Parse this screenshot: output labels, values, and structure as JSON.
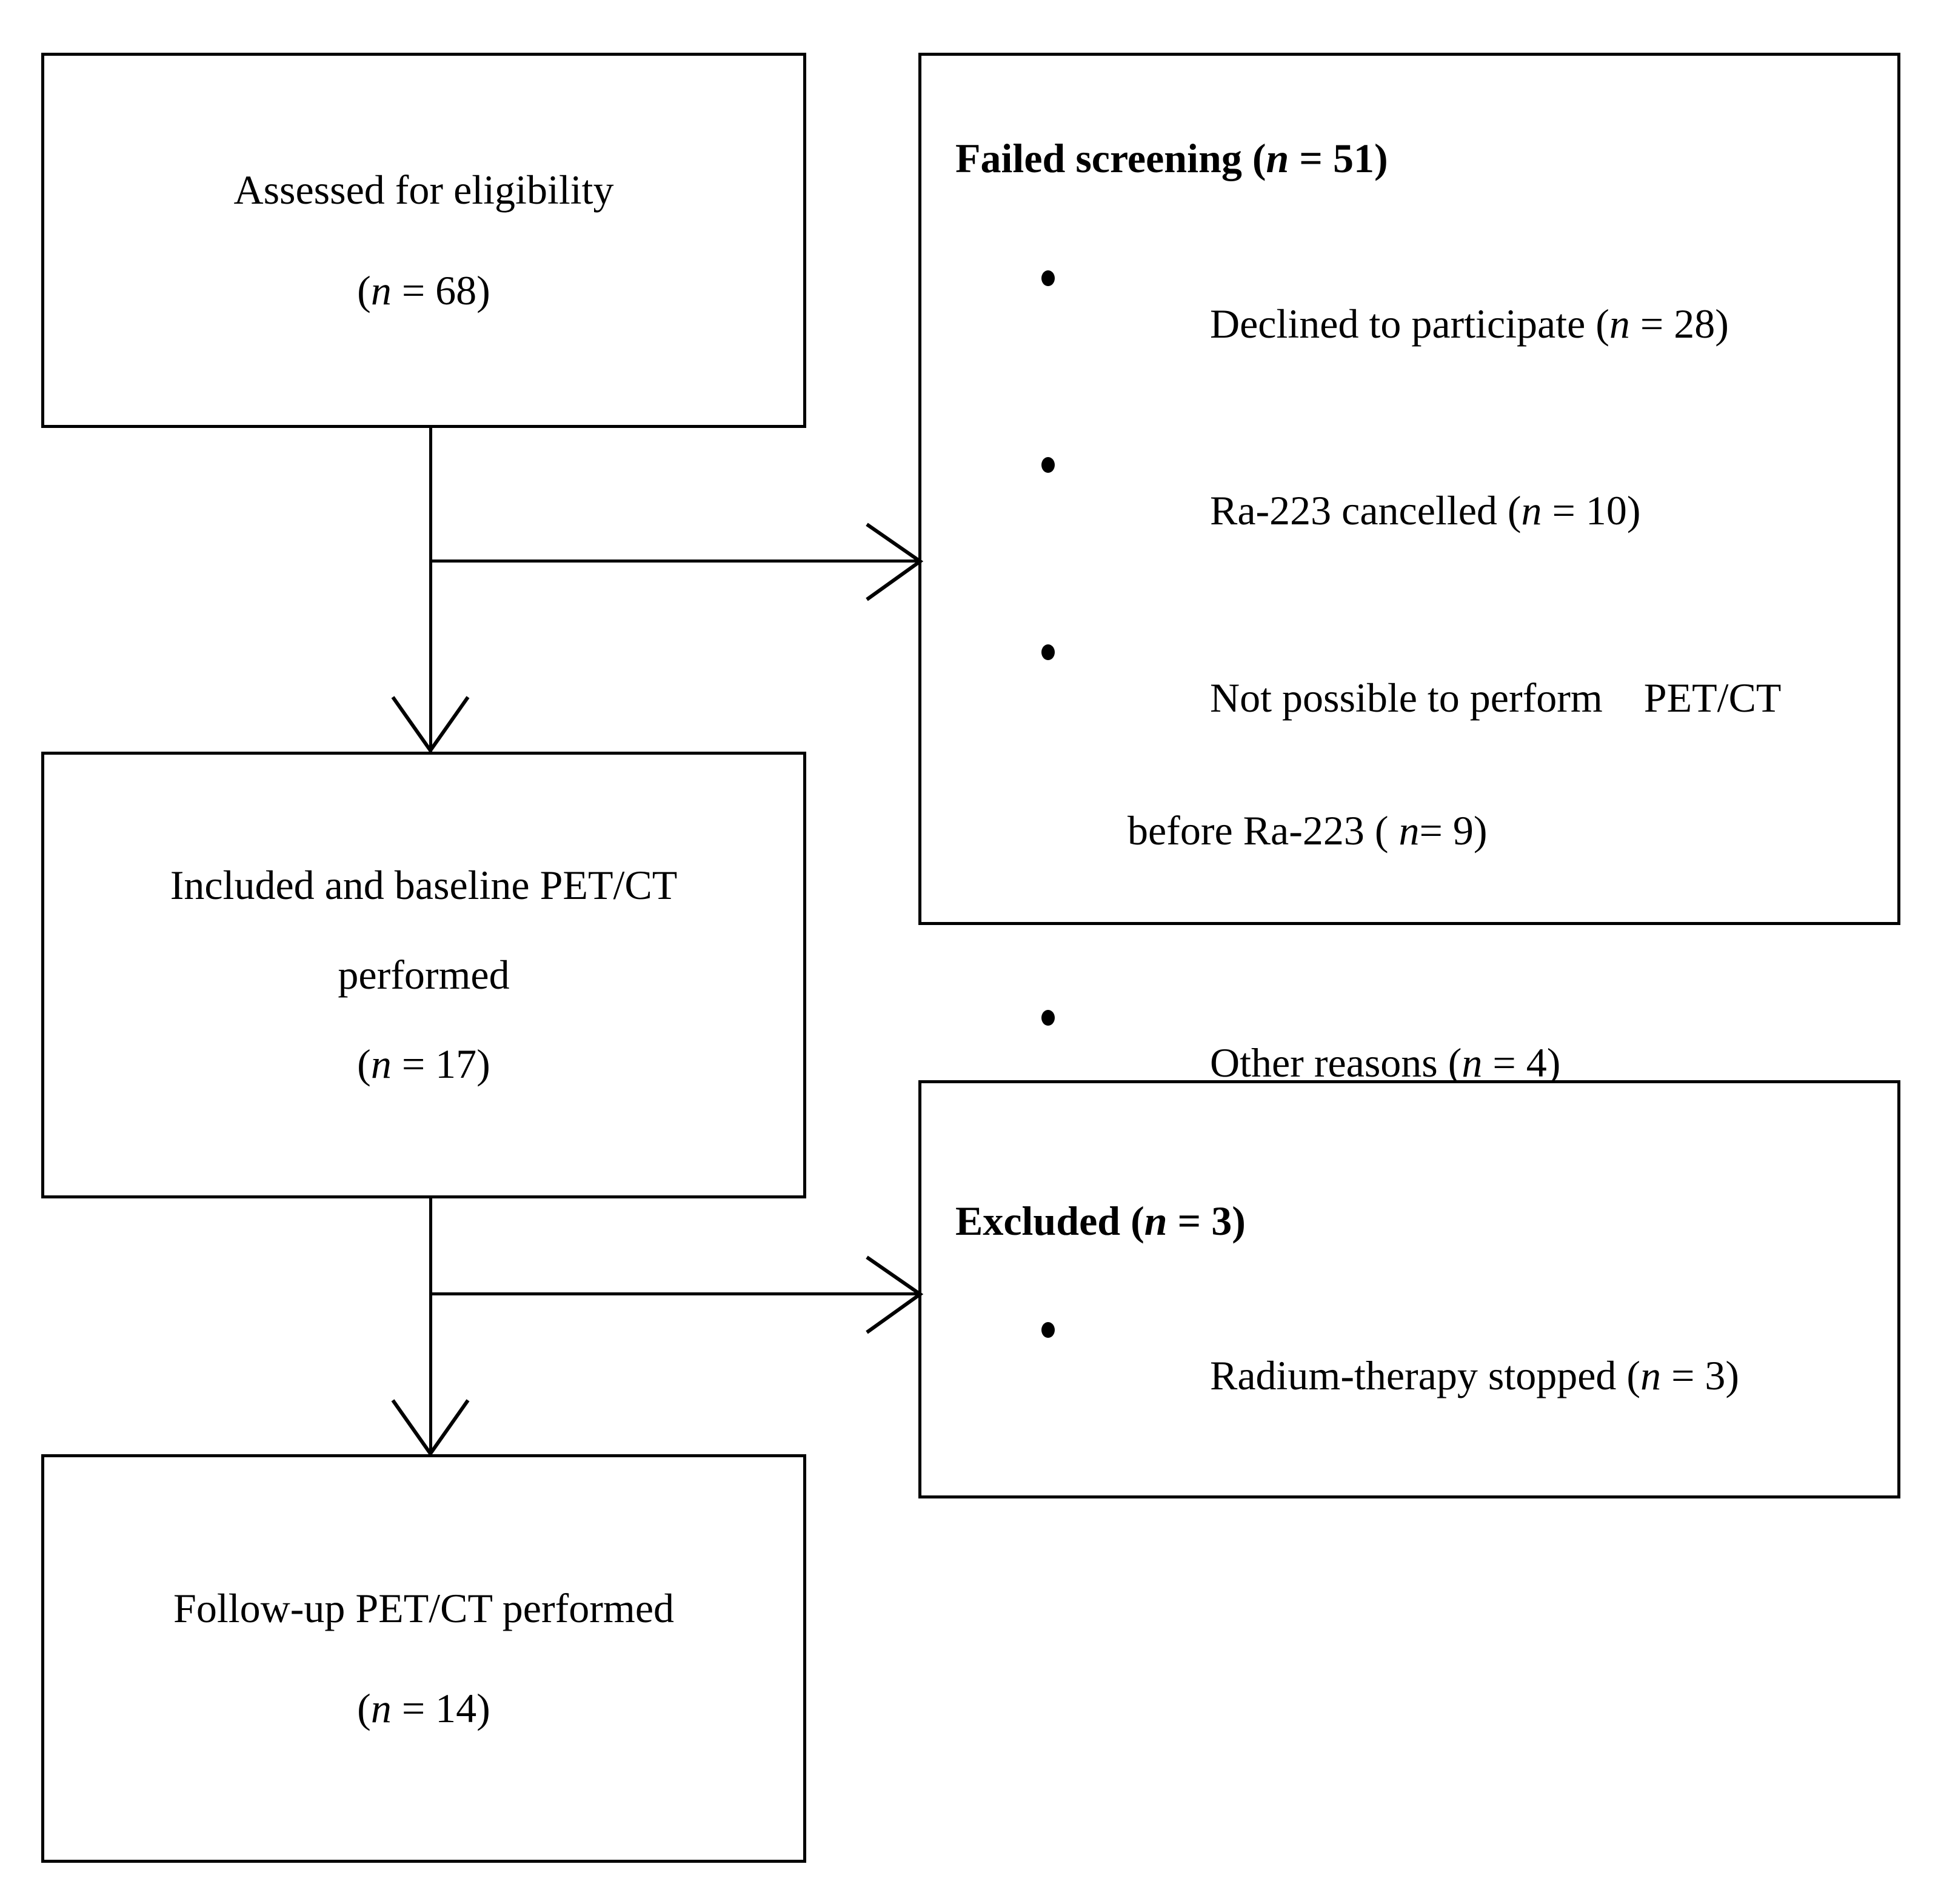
{
  "diagram": {
    "title": "CONSORT participant flow diagram",
    "line_color": "#000000",
    "background_color": "#ffffff"
  },
  "boxes": {
    "assessed": {
      "name": "assessed-for-eligibility",
      "line1": "Assessed for eligibility",
      "line2_prefix": "(",
      "line2_italic": "n",
      "line2_suffix": " = 68)"
    },
    "failed_screening": {
      "name": "failed-screening",
      "heading_prefix": "Failed screening (",
      "heading_italic": "n",
      "heading_suffix": " = 51)",
      "bullets": [
        {
          "text_prefix": "Declined to participate (",
          "italic": "n",
          "text_suffix": " = 28)",
          "second_line": ""
        },
        {
          "text_prefix": "Ra-223 cancelled (",
          "italic": "n",
          "text_suffix": " = 10)",
          "second_line": ""
        },
        {
          "text_prefix": "Not possible to perform    PET/CT",
          "italic": "",
          "text_suffix": "",
          "second_line_prefix": "before Ra-223 ( ",
          "second_line_italic": "n",
          "second_line_suffix": "= 9)"
        },
        {
          "text_prefix": "Other reasons (",
          "italic": "n",
          "text_suffix": " = 4)",
          "second_line": ""
        }
      ]
    },
    "included": {
      "name": "included-and-baseline-petct",
      "line1": "Included and baseline PET/CT",
      "line2": "performed",
      "line3_prefix": "(",
      "line3_italic": "n",
      "line3_suffix": " = 17)"
    },
    "excluded": {
      "name": "excluded",
      "heading_prefix": "Excluded (",
      "heading_italic": "n",
      "heading_suffix": " = 3)",
      "bullets": [
        {
          "text_prefix": "Radium-therapy stopped (",
          "italic": "n",
          "text_suffix": " = 3)"
        }
      ]
    },
    "followup": {
      "name": "follow-up-petct",
      "line1": "Follow-up PET/CT  performed",
      "line2_prefix": "(",
      "line2_italic": "n",
      "line2_suffix": " = 14)"
    }
  },
  "connectors": [
    {
      "name": "assessed-to-included-arrow",
      "kind": "vertical-down-arrow"
    },
    {
      "name": "assessed-to-failed-screening-arrow",
      "kind": "horizontal-right-arrow"
    },
    {
      "name": "included-to-followup-arrow",
      "kind": "vertical-down-arrow"
    },
    {
      "name": "included-to-excluded-arrow",
      "kind": "horizontal-right-arrow"
    }
  ]
}
